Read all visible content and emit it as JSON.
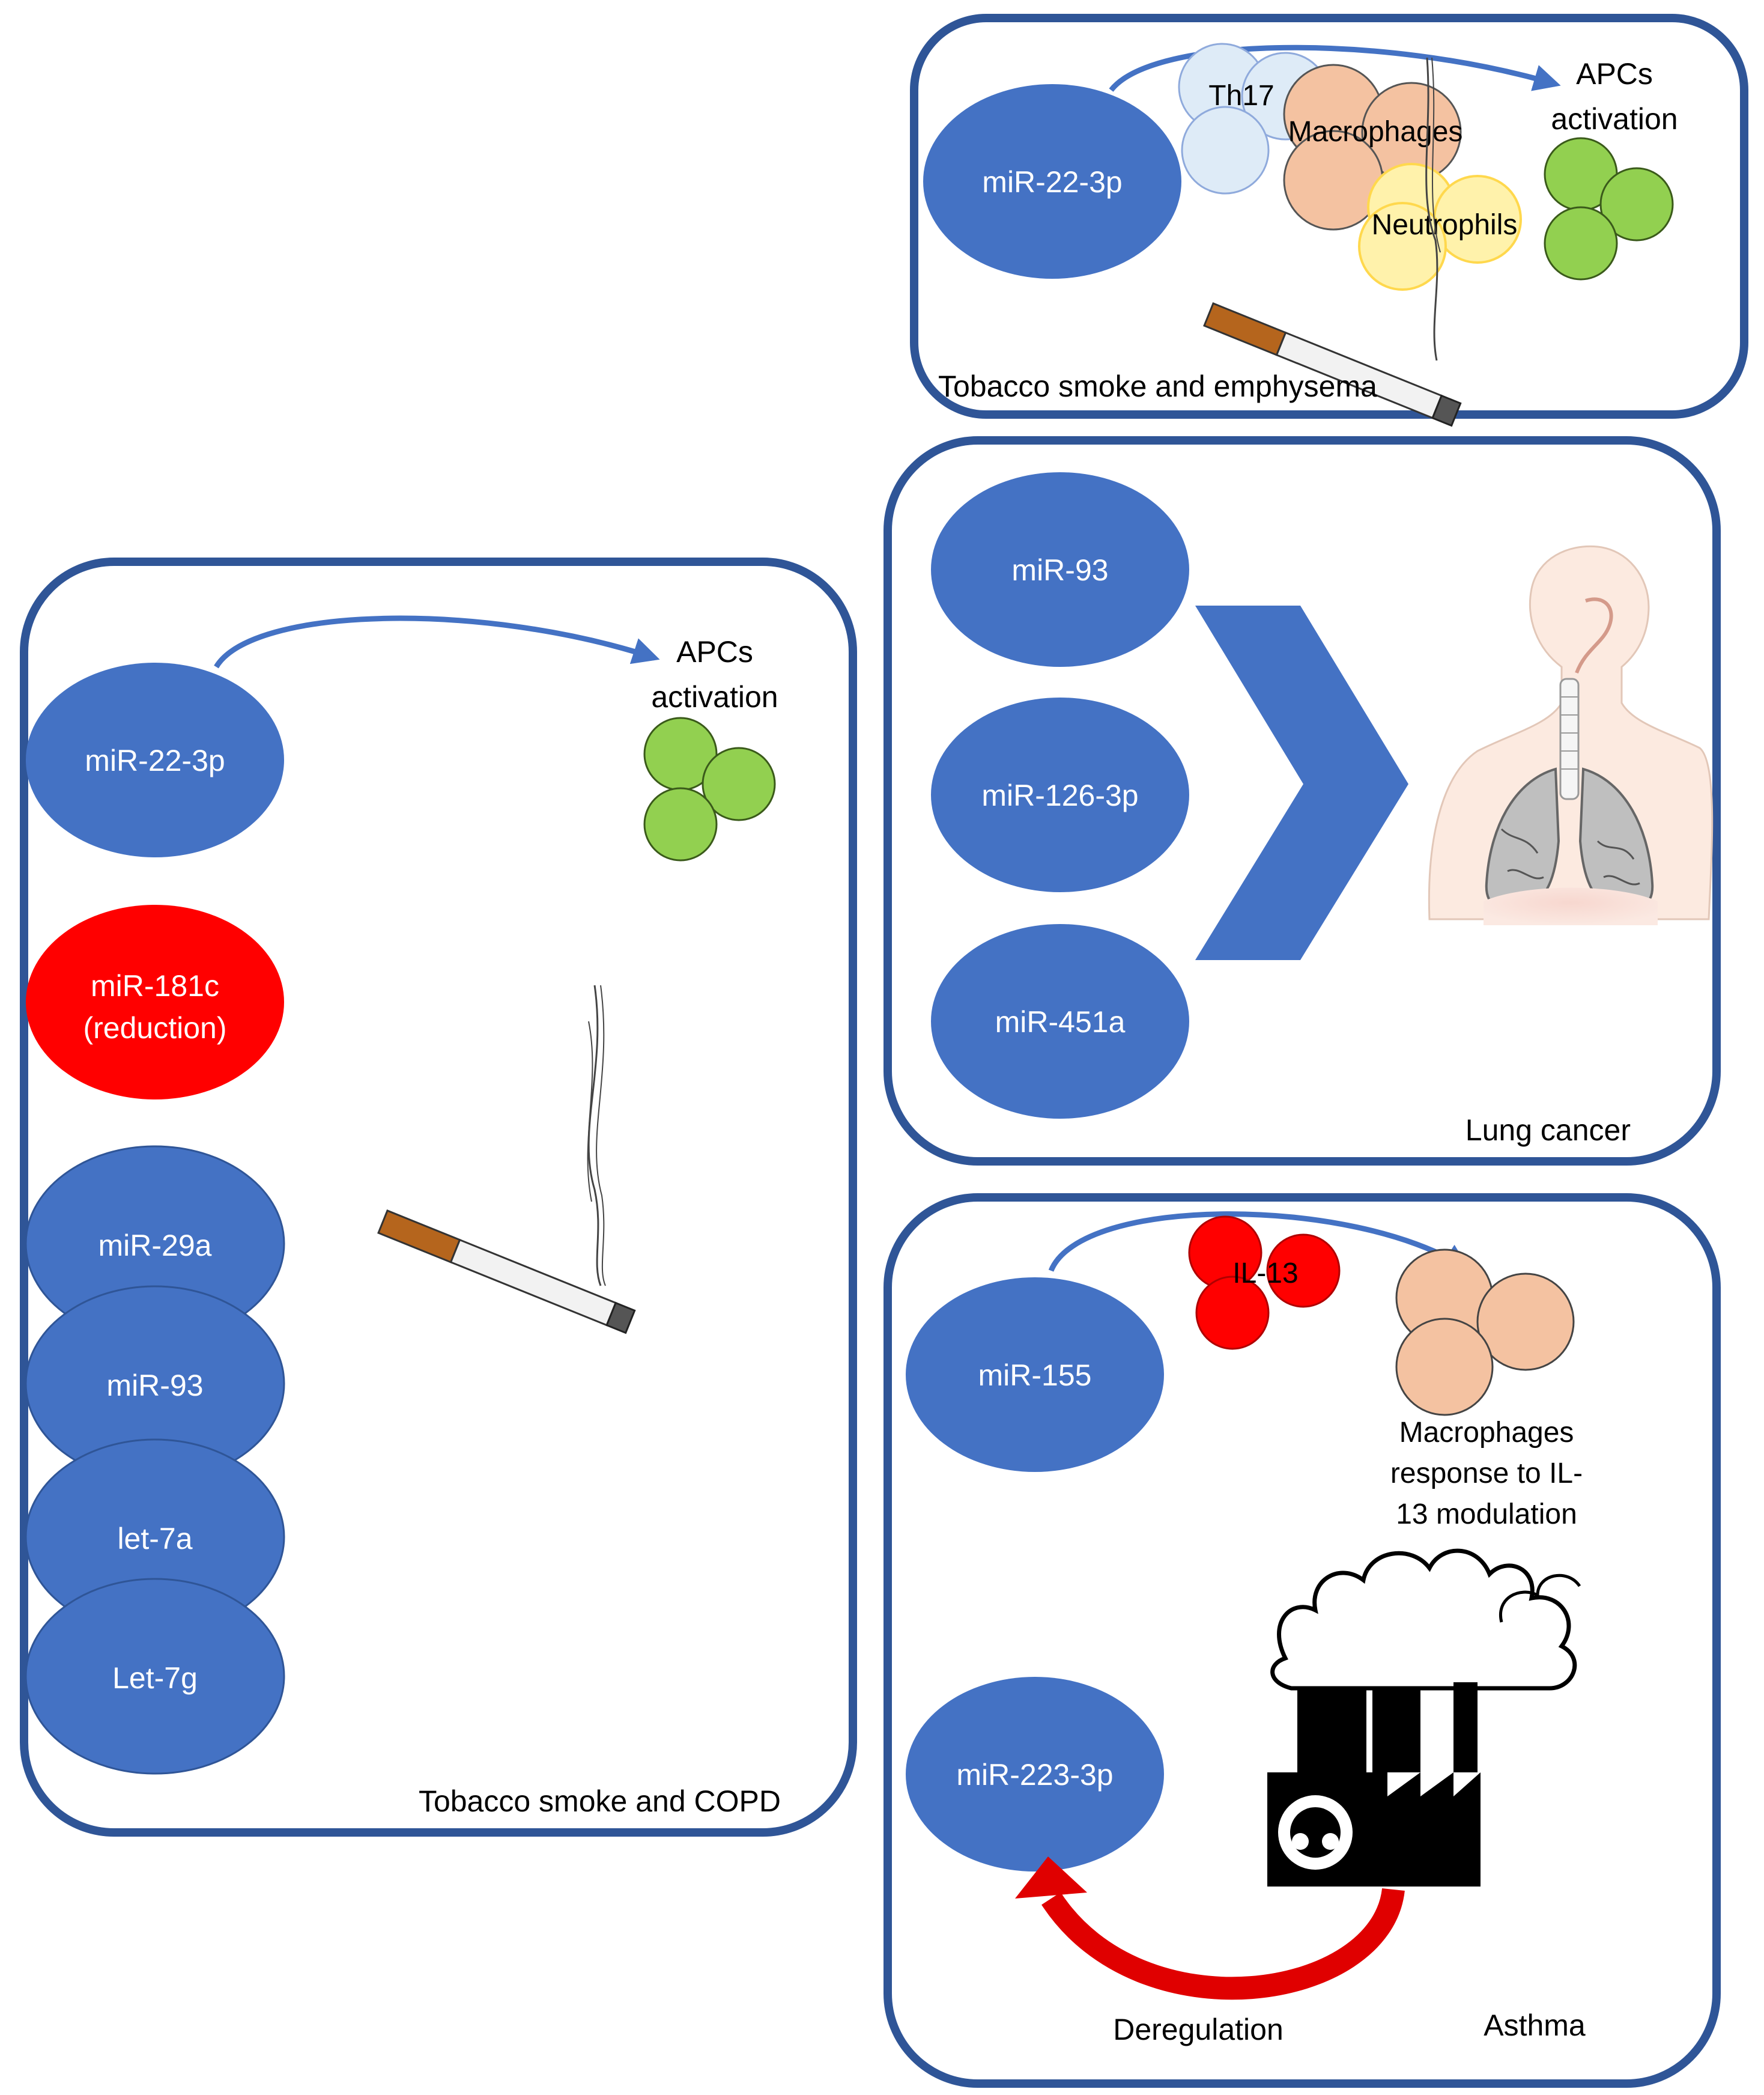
{
  "colors": {
    "panel_border": "#2F5597",
    "mirna_fill": "#4472C4",
    "reduction_fill": "#FF0000",
    "apc_fill": "#92D050",
    "th17_fill": "#DEEBF7",
    "macrophage_fill": "#F4C2A1",
    "neutrophil_fill": "#FFF2AB",
    "il13_fill": "#FF0000",
    "arrow_blue": "#4472C4",
    "arrow_red": "#E00000"
  },
  "emphysema": {
    "title": "Tobacco smoke and emphysema",
    "mirna": "miR-22-3p",
    "th17": "Th17",
    "macrophages": "Macrophages",
    "neutrophils": "Neutrophils",
    "apcs_line1": "APCs",
    "apcs_line2": "activation",
    "icon": "cigarette-icon"
  },
  "copd": {
    "title": "Tobacco smoke and COPD",
    "mir22": "miR-22-3p",
    "mir181c_line1": "miR-181c",
    "mir181c_line2": "(reduction)",
    "mir29a": "miR-29a",
    "mir93": "miR-93",
    "let7a": "let-7a",
    "let7g": "Let-7g",
    "apcs_line1": "APCs",
    "apcs_line2": "activation",
    "icon": "cigarette-icon"
  },
  "lung_cancer": {
    "title": "Lung cancer",
    "mir93": "miR-93",
    "mir126": "miR-126-3p",
    "mir451": "miR-451a",
    "icon": "human-lungs-icon"
  },
  "asthma": {
    "title": "Asthma",
    "mir155": "miR-155",
    "il13": "IL-13",
    "macro_line1": "Macrophages",
    "macro_line2": "response to IL-",
    "macro_line3": "13 modulation",
    "mir223": "miR-223-3p",
    "deregulation": "Deregulation",
    "icon": "factory-pollution-icon"
  }
}
